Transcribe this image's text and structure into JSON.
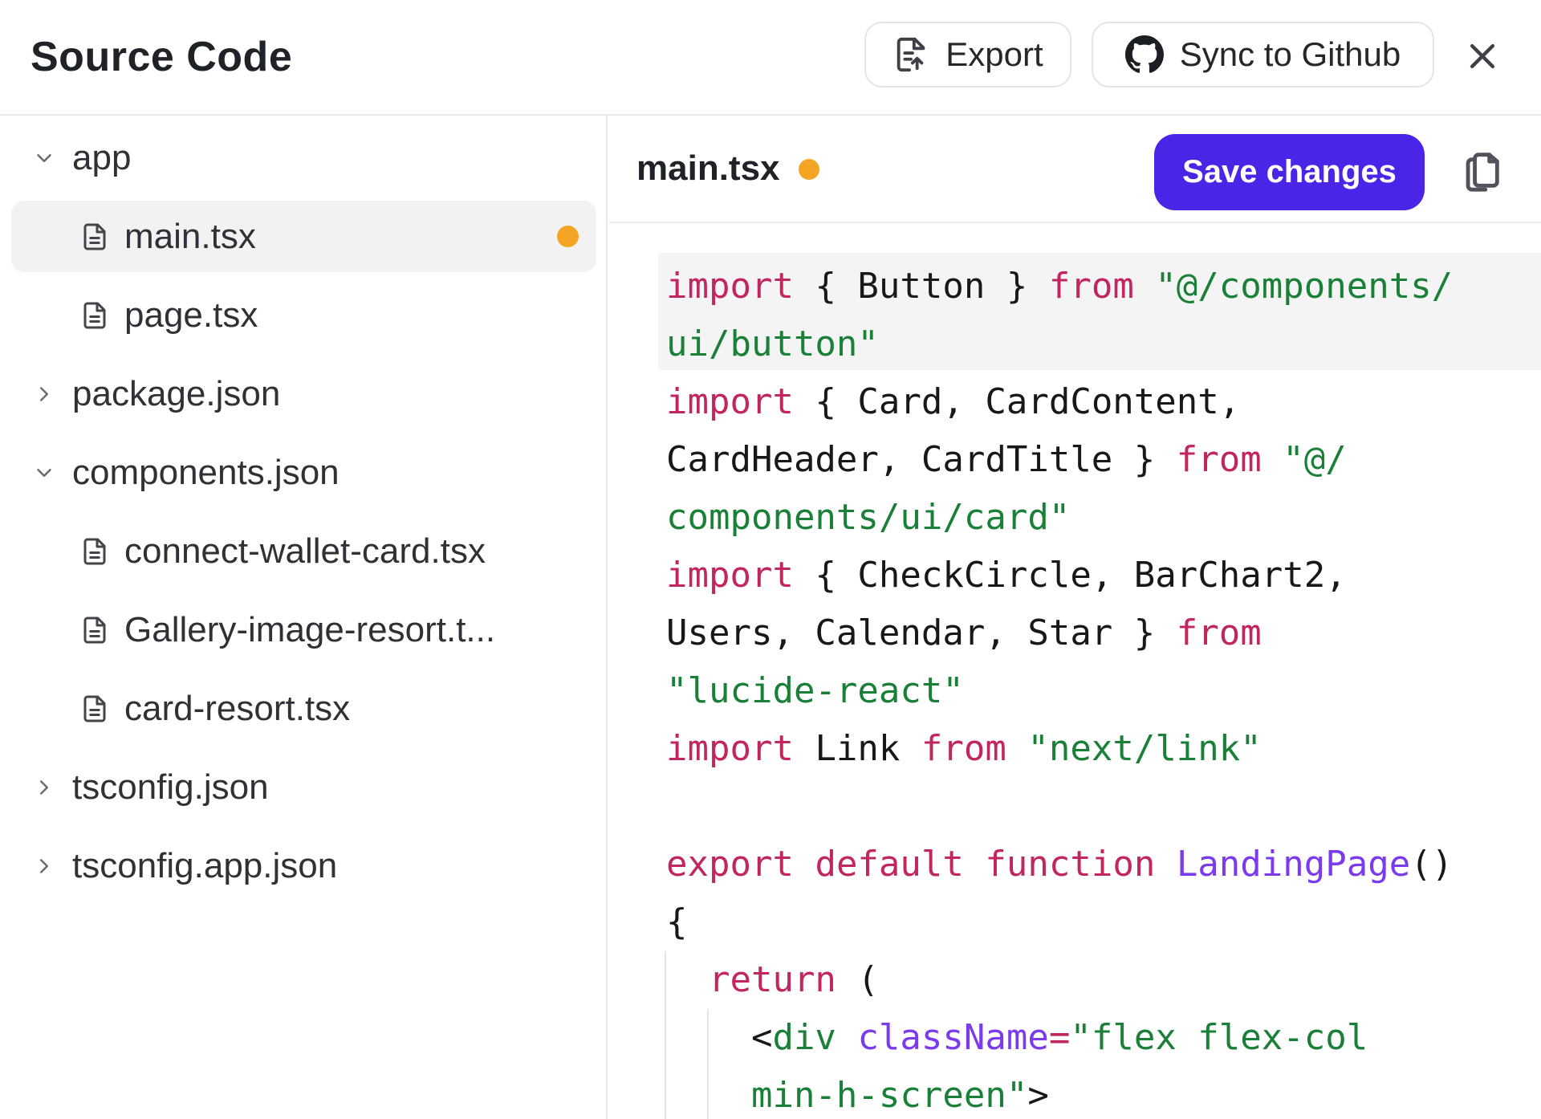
{
  "header": {
    "title": "Source Code",
    "export_label": "Export",
    "sync_label": "Sync to Github",
    "icons": [
      "file-export-icon",
      "github-icon",
      "close-icon"
    ]
  },
  "editor": {
    "tab": "main.tsx",
    "modified": true,
    "save_label": "Save changes",
    "icons": [
      "modified-dot",
      "copy-icon"
    ]
  },
  "sidebar": {
    "items": [
      {
        "label": "app",
        "kind": "folder",
        "state": "open",
        "level": 0
      },
      {
        "label": "main.tsx",
        "kind": "file",
        "level": 1,
        "selected": true,
        "modified": true
      },
      {
        "label": "page.tsx",
        "kind": "file",
        "level": 1
      },
      {
        "label": "package.json",
        "kind": "folder",
        "state": "closed",
        "level": 0
      },
      {
        "label": "components.json",
        "kind": "folder",
        "state": "open",
        "level": 0
      },
      {
        "label": "connect-wallet-card.tsx",
        "kind": "file",
        "level": 1
      },
      {
        "label": "Gallery-image-resort.t...",
        "kind": "file",
        "level": 1
      },
      {
        "label": "card-resort.tsx",
        "kind": "file",
        "level": 1
      },
      {
        "label": "tsconfig.json",
        "kind": "folder",
        "state": "closed",
        "level": 0
      },
      {
        "label": "tsconfig.app.json",
        "kind": "folder",
        "state": "closed",
        "level": 0
      }
    ]
  },
  "code": {
    "language": "tsx",
    "lines": [
      {
        "highlight": true,
        "tokens": [
          [
            "k",
            "import"
          ],
          [
            "p",
            " { Button } "
          ],
          [
            "k",
            "from"
          ],
          [
            "p",
            " "
          ],
          [
            "s",
            "\"@/components/"
          ]
        ]
      },
      {
        "highlight": true,
        "tokens": [
          [
            "s",
            "ui/button\""
          ]
        ]
      },
      {
        "highlight": false,
        "tokens": [
          [
            "k",
            "import"
          ],
          [
            "p",
            " { Card, CardContent,"
          ]
        ]
      },
      {
        "highlight": false,
        "tokens": [
          [
            "p",
            "CardHeader, CardTitle } "
          ],
          [
            "k",
            "from"
          ],
          [
            "p",
            " "
          ],
          [
            "s",
            "\"@/"
          ]
        ]
      },
      {
        "highlight": false,
        "tokens": [
          [
            "s",
            "components/ui/card\""
          ]
        ]
      },
      {
        "highlight": false,
        "tokens": [
          [
            "k",
            "import"
          ],
          [
            "p",
            " { CheckCircle, BarChart2,"
          ]
        ]
      },
      {
        "highlight": false,
        "tokens": [
          [
            "p",
            "Users, Calendar, Star } "
          ],
          [
            "k",
            "from"
          ]
        ]
      },
      {
        "highlight": false,
        "tokens": [
          [
            "s",
            "\"lucide-react\""
          ]
        ]
      },
      {
        "highlight": false,
        "tokens": [
          [
            "k",
            "import"
          ],
          [
            "p",
            " Link "
          ],
          [
            "k",
            "from"
          ],
          [
            "p",
            " "
          ],
          [
            "s",
            "\"next/link\""
          ]
        ]
      },
      {
        "highlight": false,
        "tokens": []
      },
      {
        "highlight": false,
        "tokens": [
          [
            "k",
            "export"
          ],
          [
            "p",
            " "
          ],
          [
            "k",
            "default"
          ],
          [
            "p",
            " "
          ],
          [
            "k",
            "function"
          ],
          [
            "p",
            " "
          ],
          [
            "f",
            "LandingPage"
          ],
          [
            "p",
            "()"
          ]
        ]
      },
      {
        "highlight": false,
        "tokens": [
          [
            "p",
            "{"
          ]
        ]
      },
      {
        "highlight": false,
        "tokens": [
          [
            "p",
            "  "
          ],
          [
            "k",
            "return"
          ],
          [
            "p",
            " ("
          ]
        ]
      },
      {
        "highlight": false,
        "tokens": [
          [
            "p",
            "    <"
          ],
          [
            "t",
            "div"
          ],
          [
            "p",
            " "
          ],
          [
            "a",
            "className"
          ],
          [
            "o",
            "="
          ],
          [
            "s",
            "\"flex flex-col"
          ]
        ]
      },
      {
        "highlight": false,
        "tokens": [
          [
            "p",
            "    "
          ],
          [
            "s",
            "min-h-screen\""
          ],
          [
            "p",
            ">"
          ]
        ]
      }
    ]
  },
  "colors": {
    "keyword": "#C2265E",
    "string": "#1A7F37",
    "identifier_purple": "#7C3AED",
    "plain_text": "#18181B",
    "modified_amber": "#F5A524",
    "save_button": "#4A25E8",
    "selected_row": "#F2F2F3",
    "highlight_band": "#F4F4F5",
    "border": "#E9E9EB",
    "icon_gray": "#52525B"
  }
}
